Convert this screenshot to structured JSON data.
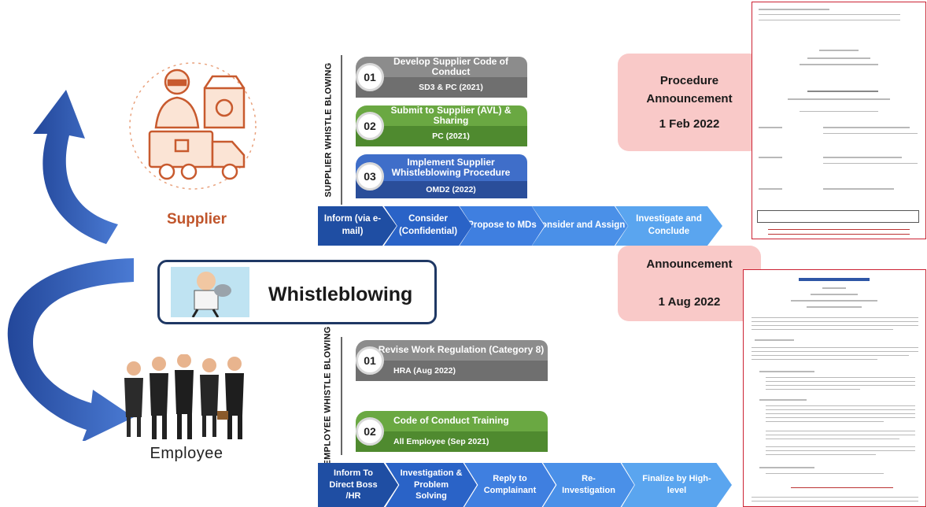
{
  "supplier": {
    "label": "Supplier",
    "section_title": "SUPPLIER WHISTLE BLOWING",
    "steps": [
      {
        "num": "01",
        "title": "Develop Supplier Code of Conduct",
        "sub": "SD3 & PC (2021)"
      },
      {
        "num": "02",
        "title": "Submit to Supplier (AVL) & Sharing",
        "sub": "PC (2021)"
      },
      {
        "num": "03",
        "title": "Implement Supplier Whistleblowing Procedure",
        "sub": "OMD2 (2022)"
      }
    ],
    "process": [
      "Inform (via e-mail)",
      "Consider (Confidential)",
      "Propose to MDs",
      "Consider and Assign",
      "Investigate and Conclude"
    ]
  },
  "employee": {
    "label": "Employee",
    "section_title": "EMPLOYEE WHISTLE BLOWING",
    "steps": [
      {
        "num": "01",
        "title": "Revise Work Regulation (Category 8)",
        "sub": "HRA (Aug 2022)"
      },
      {
        "num": "02",
        "title": "Code of Conduct Training",
        "sub": "All Employee (Sep 2021)"
      }
    ],
    "process": [
      "Inform To Direct Boss /HR",
      "Investigation & Problem Solving",
      "Reply to Complainant",
      "Re-Investigation",
      "Finalize by High-level"
    ]
  },
  "center": {
    "title": "Whistleblowing"
  },
  "announcements": [
    {
      "title": "Procedure Announcement",
      "date": "1 Feb 2022"
    },
    {
      "title": "Announcement",
      "date": "1 Aug 2022"
    }
  ],
  "colors": {
    "gray": "#8c8c8c",
    "gray_dark": "#6f6f6f",
    "green": "#6aa842",
    "green_dark": "#4f8a2f",
    "blue": "#3f6ec9",
    "blue_dark": "#2a4e9a",
    "pink": "#f9c9c8",
    "navy": "#1f3864",
    "arrow": "#2f5eb3"
  }
}
